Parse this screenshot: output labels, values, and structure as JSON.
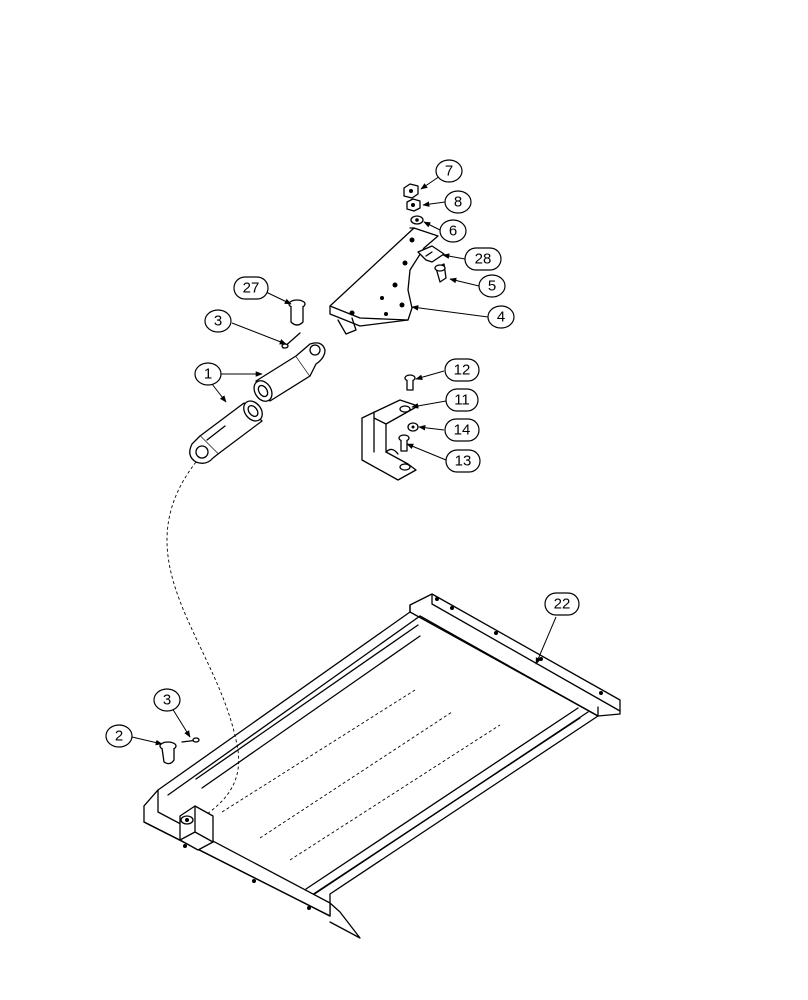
{
  "diagram": {
    "callouts": [
      {
        "id": "c7",
        "label": "7"
      },
      {
        "id": "c8",
        "label": "8"
      },
      {
        "id": "c6",
        "label": "6"
      },
      {
        "id": "c28",
        "label": "28"
      },
      {
        "id": "c5",
        "label": "5"
      },
      {
        "id": "c4",
        "label": "4"
      },
      {
        "id": "c27",
        "label": "27"
      },
      {
        "id": "c3a",
        "label": "3"
      },
      {
        "id": "c1",
        "label": "1"
      },
      {
        "id": "c12",
        "label": "12"
      },
      {
        "id": "c11",
        "label": "11"
      },
      {
        "id": "c14",
        "label": "14"
      },
      {
        "id": "c13",
        "label": "13"
      },
      {
        "id": "c22",
        "label": "22"
      },
      {
        "id": "c3b",
        "label": "3"
      },
      {
        "id": "c2",
        "label": "2"
      }
    ]
  }
}
